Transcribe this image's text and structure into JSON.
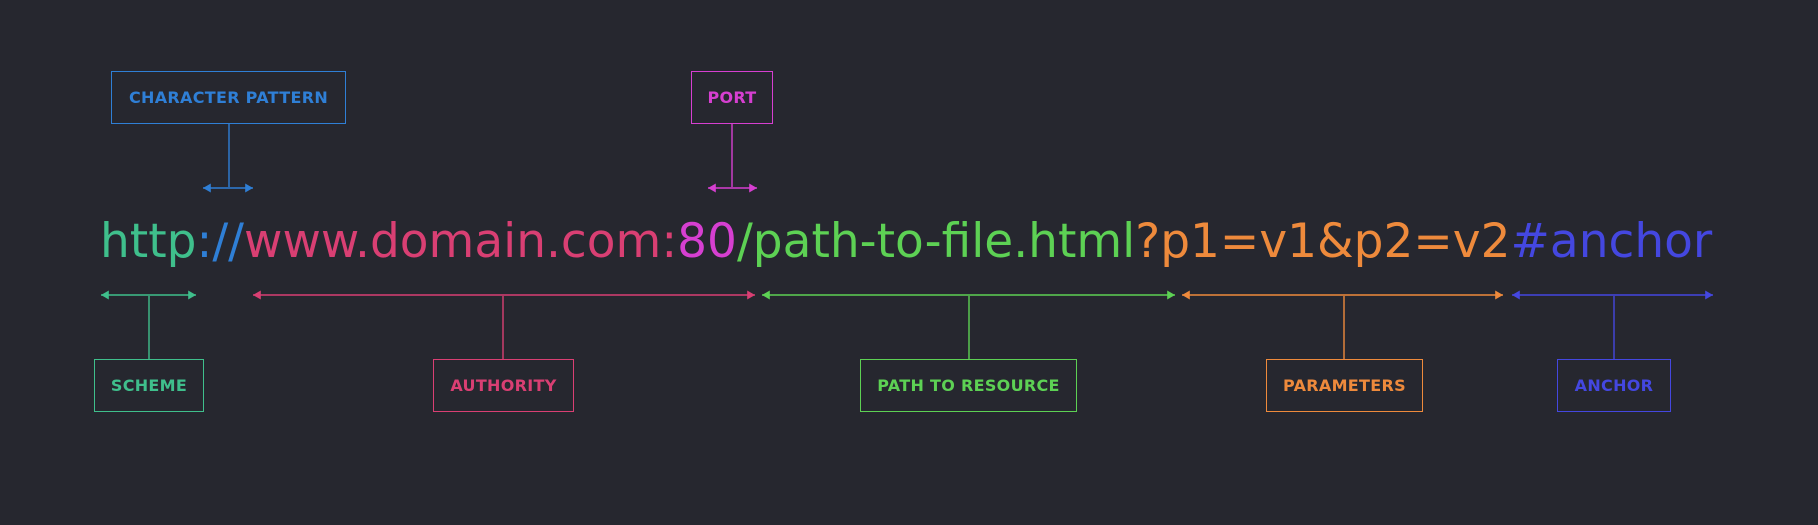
{
  "url": {
    "segments": [
      {
        "id": "scheme",
        "text": "http",
        "color": "#3fbf8c"
      },
      {
        "id": "separator",
        "text": "://",
        "color": "#2f7fd6"
      },
      {
        "id": "authority",
        "text": "www.domain.com:",
        "color": "#d93f73"
      },
      {
        "id": "port",
        "text": "80",
        "color": "#d63fd1"
      },
      {
        "id": "path",
        "text": "/path-to-file.html",
        "color": "#5dd154"
      },
      {
        "id": "parameters",
        "text": "?p1=v1&p2=v2",
        "color": "#ee8a3c"
      },
      {
        "id": "anchor",
        "text": "#anchor",
        "color": "#4447e0"
      }
    ]
  },
  "labels": {
    "character_pattern": {
      "text": "CHARACTER PATTERN",
      "color": "#2f7fd6"
    },
    "port": {
      "text": "PORT",
      "color": "#d63fd1"
    },
    "scheme": {
      "text": "SCHEME",
      "color": "#3fbf8c"
    },
    "authority": {
      "text": "AUTHORITY",
      "color": "#d93f73"
    },
    "path": {
      "text": "PATH TO RESOURCE",
      "color": "#5dd154"
    },
    "parameters": {
      "text": "PARAMETERS",
      "color": "#ee8a3c"
    },
    "anchor": {
      "text": "ANCHOR",
      "color": "#4447e0"
    }
  }
}
